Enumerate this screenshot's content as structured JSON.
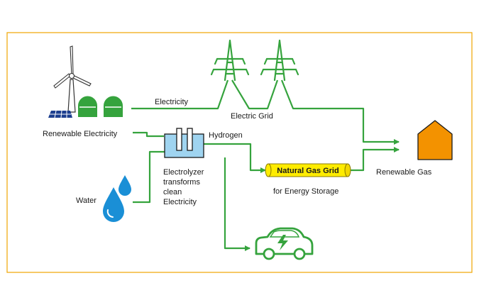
{
  "labels": {
    "electricity": "Electricity",
    "electric_grid": "Electric Grid",
    "renewable_electricity": "Renewable Electricity",
    "hydrogen": "Hydrogen",
    "natural_gas_grid": "Natural Gas Grid",
    "for_energy_storage": "for Energy Storage",
    "renewable_gas": "Renewable Gas",
    "water": "Water",
    "electrolyzer_lines": [
      "Electrolyzer",
      "transforms",
      "clean",
      "Electricity"
    ]
  },
  "colors": {
    "frame": "#f0a500",
    "flow_green": "#35a33d",
    "house_fill": "#f39200",
    "gas_pipe_fill": "#ffec00",
    "water_blue": "#1a8fd6",
    "solar_blue": "#1d3f8f",
    "electrolyzer_blue": "#9fd4f0"
  },
  "icons": {
    "wind_turbine": "wind-turbine-icon",
    "solar_panel": "solar-panel-icon",
    "biogas_domes": "biogas-dome-icon",
    "pylon": "power-pylon-icon",
    "electrolyzer": "electrolyzer-icon",
    "water_drops": "water-drop-icon",
    "gas_pipe": "gas-pipe-icon",
    "house": "house-icon",
    "electric_car": "electric-car-icon"
  }
}
